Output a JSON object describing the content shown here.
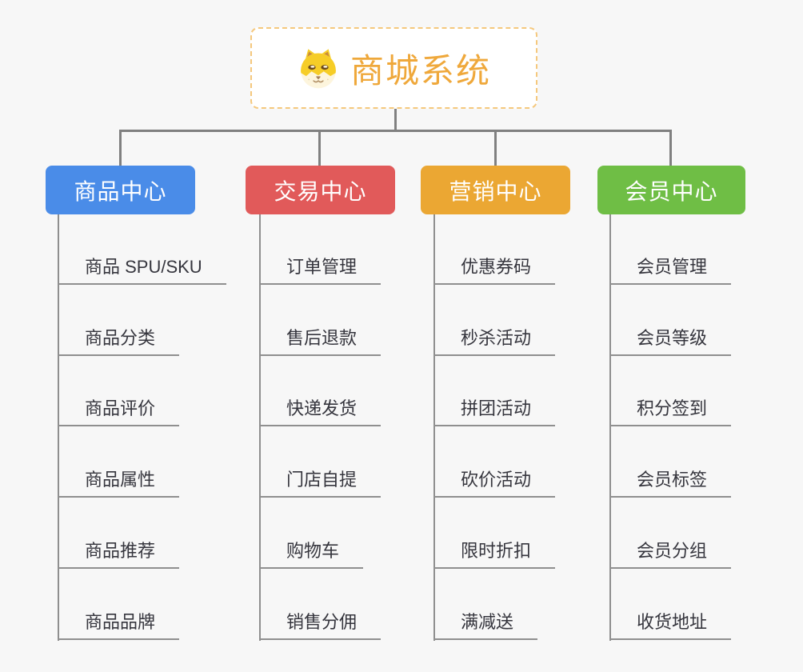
{
  "root": {
    "title": "商城系统",
    "icon": "dog-face-icon"
  },
  "colors": {
    "background": "#f7f7f7",
    "connector": "#808080",
    "underline": "#8f8f8f",
    "item-text": "#35353d",
    "root-text": "#efa83b",
    "root-border": "#f5c87d",
    "node-text": "#ffffff"
  },
  "branches": [
    {
      "label": "商品中心",
      "color": "#4a8ce8",
      "children": [
        "商品 SPU/SKU",
        "商品分类",
        "商品评价",
        "商品属性",
        "商品推荐",
        "商品品牌"
      ]
    },
    {
      "label": "交易中心",
      "color": "#e15a5a",
      "children": [
        "订单管理",
        "售后退款",
        "快递发货",
        "门店自提",
        "购物车",
        "销售分佣"
      ]
    },
    {
      "label": "营销中心",
      "color": "#eba733",
      "children": [
        "优惠券码",
        "秒杀活动",
        "拼团活动",
        "砍价活动",
        "限时折扣",
        "满减送"
      ]
    },
    {
      "label": "会员中心",
      "color": "#6fbe45",
      "children": [
        "会员管理",
        "会员等级",
        "积分签到",
        "会员标签",
        "会员分组",
        "收货地址"
      ]
    }
  ]
}
